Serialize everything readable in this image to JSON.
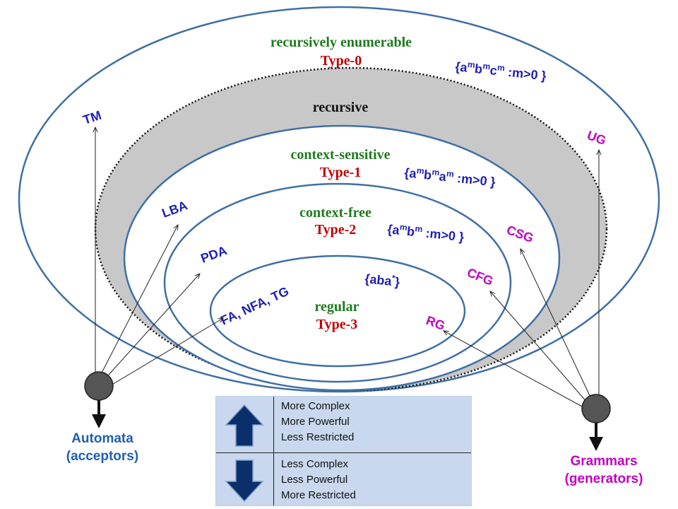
{
  "classes": {
    "type0": {
      "name": "recursively enumerable",
      "type": "Type-0"
    },
    "recursive": {
      "name": "recursive"
    },
    "type1": {
      "name": "context-sensitive",
      "type": "Type-1"
    },
    "type2": {
      "name": "context-free",
      "type": "Type-2"
    },
    "type3": {
      "name": "regular",
      "type": "Type-3"
    }
  },
  "example_languages": {
    "type0": {
      "open": "{a",
      "sup1": "m",
      "b": "b",
      "sup2": "m",
      "c": "c",
      "sup3": "m",
      "rest": " :m>0 }"
    },
    "type1": {
      "open": "{a",
      "sup1": "m",
      "b": "b",
      "sup2": "m",
      "a": "a",
      "sup3": "m",
      "rest": " :m>0 }"
    },
    "type2": {
      "open": "{a",
      "sup1": "m",
      "b": "b",
      "sup2": "m",
      "rest": " :m>0 }"
    },
    "type3": {
      "open": "{aba",
      "sup1": "*",
      "rest": "}"
    }
  },
  "automata": {
    "type0": "TM",
    "type1": "LBA",
    "type2": "PDA",
    "type3": "FA, NFA, TG"
  },
  "grammars": {
    "type0": "UG",
    "type1": "CSG",
    "type2": "CFG",
    "type3": "RG"
  },
  "automata_node": {
    "line1": "Automata",
    "line2": "(acceptors)"
  },
  "grammars_node": {
    "line1": "Grammars",
    "line2": "(generators)"
  },
  "legend": {
    "up": [
      "More Complex",
      "More Powerful",
      "Less Restricted"
    ],
    "down": [
      "Less Complex",
      "Less Powerful",
      "More Restricted"
    ]
  },
  "colors": {
    "ellipse_stroke": "#3f6fa6",
    "recursive_fill": "#c8c8c8",
    "class_name": "#1f7a1f",
    "type_label": "#c00000",
    "automata": "#1f1fb4",
    "grammars": "#c200c2",
    "arrow_fill": "#0b2f6b",
    "legend_bg": "#c9d8ee",
    "node_fill": "#555555"
  }
}
